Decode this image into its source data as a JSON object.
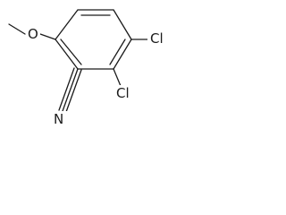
{
  "molecule": {
    "atoms": {
      "cl_upper": "Cl",
      "cl_lower": "Cl",
      "oxygen": "O",
      "nitrogen": "N"
    }
  }
}
